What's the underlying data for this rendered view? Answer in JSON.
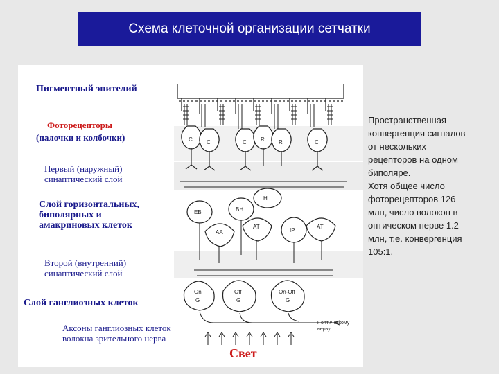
{
  "header": {
    "title": "Схема клеточной организации сетчатки"
  },
  "figure": {
    "layer_labels": [
      {
        "line1": "Пигментный эпителий",
        "line2": ""
      },
      {
        "line1": "Фоторецепторы",
        "line2": "(палочки и колбочки)"
      },
      {
        "line1": "Первый (наружный)",
        "line2": "синаптический слой"
      },
      {
        "line1": "Слой горизонтальных,",
        "line2": "биполярных и",
        "line3": "амакриновых клеток"
      },
      {
        "line1": "Второй (внутренний)",
        "line2": "синаптический слой"
      },
      {
        "line1": "Слой ганглиозных клеток",
        "line2": ""
      },
      {
        "line1": "Аксоны ганглиозных клеток",
        "line2": "волокна зрительного нерва"
      }
    ],
    "light_label": "Свет",
    "optic_nerve_note": "к оптическому нерву",
    "receptor_labels": [
      "C",
      "C",
      "C",
      "R",
      "R",
      "C"
    ],
    "cell_labels": {
      "eb": "EB",
      "bh": "BH",
      "h": "H",
      "aa": "AA",
      "at1": "AT",
      "ip": "IP",
      "at2": "AT",
      "g1_top": "On",
      "g1_bot": "G",
      "g2_top": "Off",
      "g2_bot": "G",
      "g3_top": "On-Off",
      "g3_bot": "G"
    }
  },
  "side_note": {
    "lines": [
      "Пространственная",
      "конвергенция сигналов",
      "от нескольких",
      "рецепторов на одном",
      "биполяре.",
      "Хотя общее число",
      "фоторецепторов 126",
      "млн, число волокон в",
      "оптическом нерве 1.2",
      "млн, т.е. конвергенция",
      "105:1."
    ]
  },
  "colors": {
    "title_bar": "#1a1a9a",
    "title_text": "#ffffff",
    "label_red": "#cc1a1a",
    "label_navy": "#1a1a8c"
  }
}
